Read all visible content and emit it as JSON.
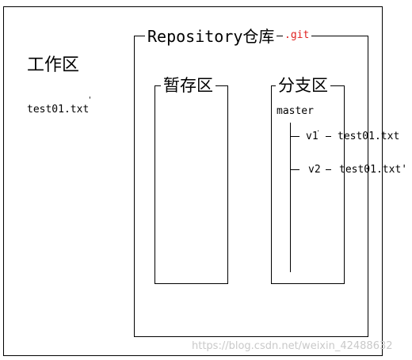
{
  "workspace": {
    "title": "工作区",
    "file": "test01.txt",
    "mark": "'"
  },
  "repository": {
    "title": "Repository仓库",
    "git_label": ".git"
  },
  "stage": {
    "title": "暂存区"
  },
  "branches": {
    "title": "分支区",
    "branch_name": "master",
    "versions": [
      {
        "version": "v1",
        "dot": "·",
        "file": "test01.txt"
      },
      {
        "version": "v2",
        "file": "test01.txt'"
      }
    ]
  },
  "colors": {
    "git_label": "#e0201f",
    "watermark": "#c9c9c9"
  },
  "watermark": "https://blog.csdn.net/weixin_42488632"
}
